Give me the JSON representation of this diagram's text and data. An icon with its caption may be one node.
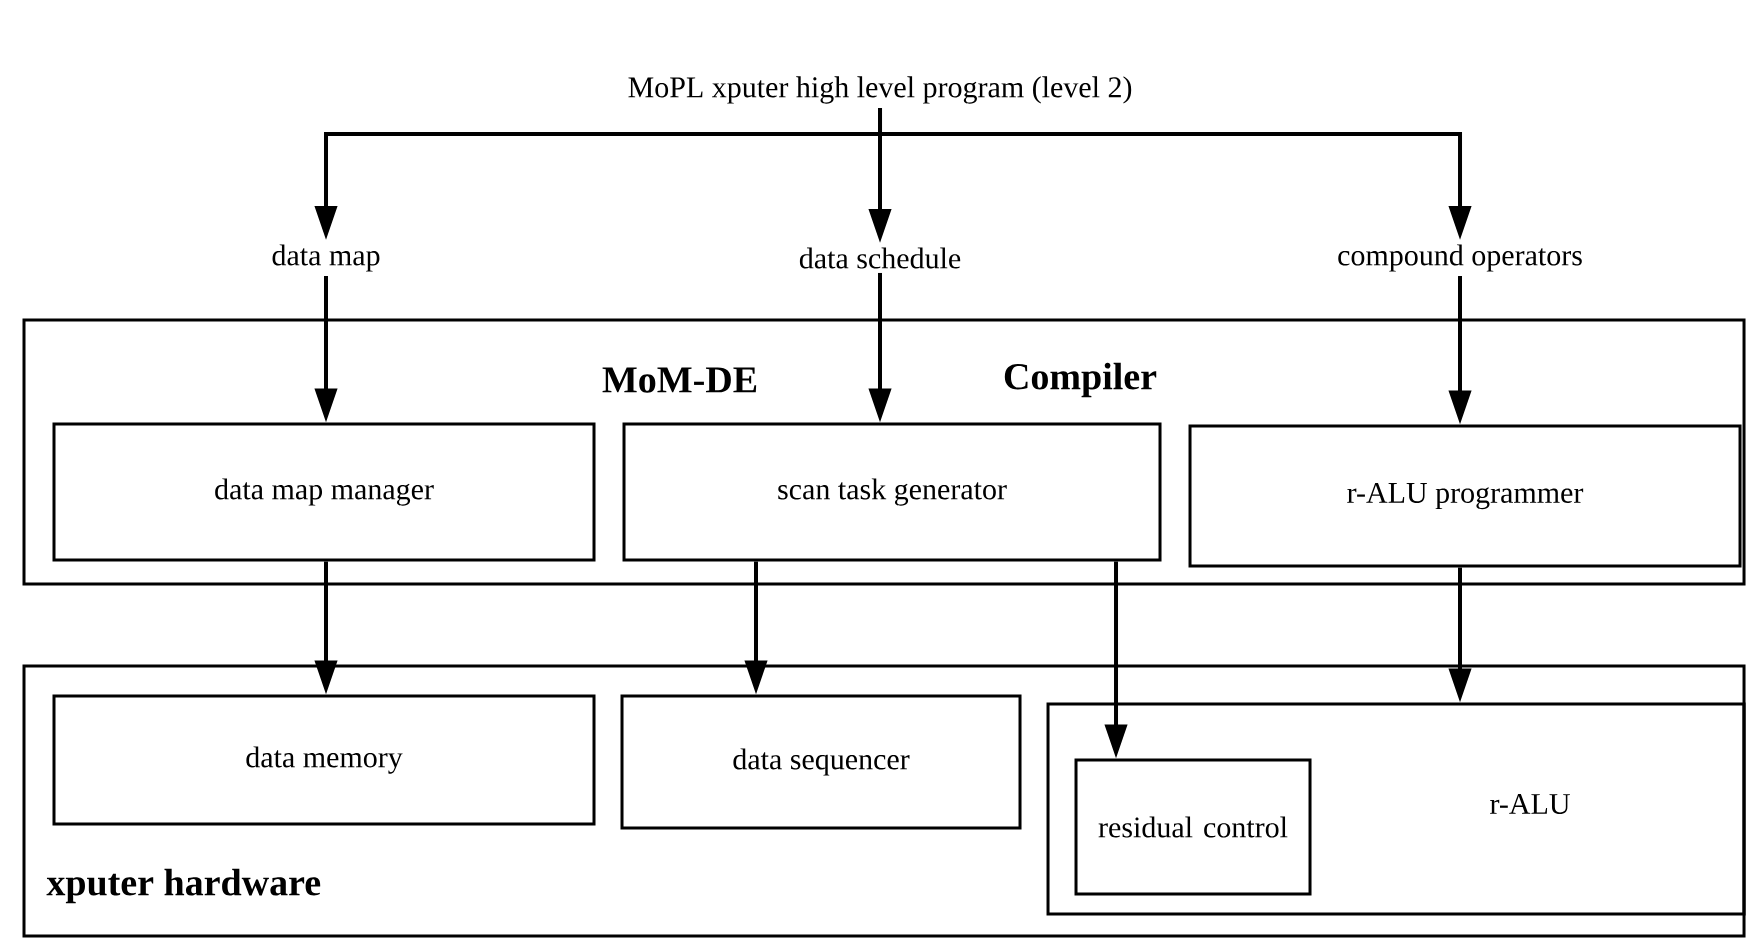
{
  "diagram": {
    "nodes": [
      {
        "text": [
          "MoPL xputer high level program  (level 2)"
        ]
      },
      {
        "text": [
          "data map"
        ]
      },
      {
        "text": [
          "data schedule"
        ]
      },
      {
        "text": [
          "compound operators"
        ]
      },
      {
        "text": [
          "MoM-DE",
          "Compiler"
        ]
      },
      {
        "text": [
          "data map manager"
        ],
        "in": 4
      },
      {
        "text": [
          "scan task generator"
        ],
        "in": 4
      },
      {
        "text": [
          "r-ALU programmer"
        ],
        "in": 4
      },
      {
        "text": [
          "xputer hardware"
        ]
      },
      {
        "text": [
          "data memory"
        ],
        "in": 8
      },
      {
        "text": [
          "data sequencer"
        ],
        "in": 8
      },
      {
        "text": [
          "r-ALU"
        ],
        "in": 8
      },
      {
        "text": [
          "residual control"
        ],
        "in": 11
      }
    ],
    "edges": [
      {
        "from": 0,
        "to": 1,
        "arrow": "to"
      },
      {
        "from": 0,
        "to": 2,
        "arrow": "to"
      },
      {
        "from": 0,
        "to": 3,
        "arrow": "to"
      },
      {
        "from": 1,
        "to": 5,
        "arrow": "to"
      },
      {
        "from": 2,
        "to": 6,
        "arrow": "to"
      },
      {
        "from": 3,
        "to": 7,
        "arrow": "to"
      },
      {
        "from": 5,
        "to": 9,
        "arrow": "to"
      },
      {
        "from": 6,
        "to": 10,
        "arrow": "to"
      },
      {
        "from": 6,
        "to": 12,
        "arrow": "to"
      },
      {
        "from": 7,
        "to": 11,
        "arrow": "to"
      }
    ]
  }
}
